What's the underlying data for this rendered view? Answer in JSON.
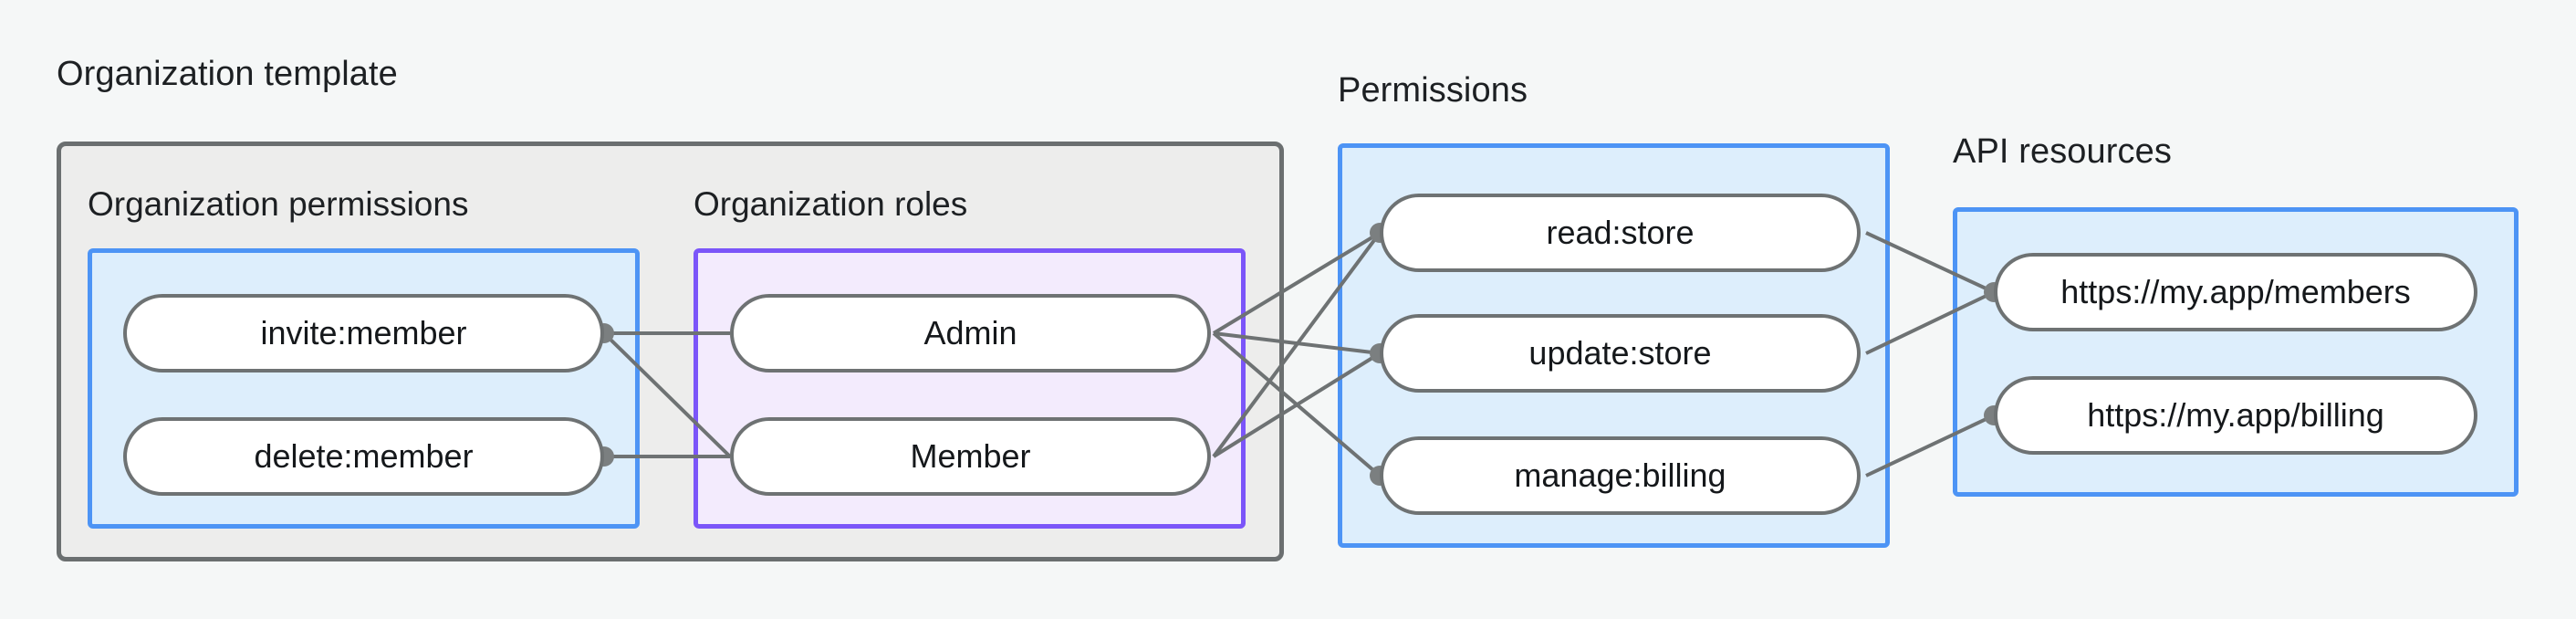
{
  "diagram": {
    "title_visible": false,
    "groups": {
      "org_template": {
        "label": "Organization template",
        "subgroups": [
          {
            "id": "org_permissions",
            "label": "Organization permissions",
            "accent": "#4d94f5",
            "nodes": [
              "invite:member",
              "delete:member"
            ]
          },
          {
            "id": "org_roles",
            "label": "Organization roles",
            "accent": "#7b55f9",
            "nodes": [
              "Admin",
              "Member"
            ]
          }
        ]
      },
      "permissions": {
        "label": "Permissions",
        "accent": "#4d94f5",
        "nodes": [
          "read:store",
          "update:store",
          "manage:billing"
        ]
      },
      "api_resources": {
        "label": "API resources",
        "accent": "#4d94f5",
        "nodes": [
          "https://my.app/members",
          "https://my.app/billing"
        ]
      }
    },
    "nodes": {
      "invite_member": "invite:member",
      "delete_member": "delete:member",
      "admin": "Admin",
      "member": "Member",
      "read_store": "read:store",
      "update_store": "update:store",
      "manage_billing": "manage:billing",
      "api_members": "https://my.app/members",
      "api_billing": "https://my.app/billing"
    },
    "edges": [
      {
        "from": "invite:member",
        "to": "Admin"
      },
      {
        "from": "invite:member",
        "to": "Member"
      },
      {
        "from": "delete:member",
        "to": "Member"
      },
      {
        "from": "Admin",
        "to": "read:store"
      },
      {
        "from": "Admin",
        "to": "update:store"
      },
      {
        "from": "Admin",
        "to": "manage:billing"
      },
      {
        "from": "Member",
        "to": "read:store"
      },
      {
        "from": "Member",
        "to": "update:store"
      },
      {
        "from": "read:store",
        "to": "https://my.app/members"
      },
      {
        "from": "update:store",
        "to": "https://my.app/members"
      },
      {
        "from": "manage:billing",
        "to": "https://my.app/billing"
      }
    ],
    "colors": {
      "background": "#f5f7f7",
      "group_border": "#6b6f70",
      "group_fill": "#ededec",
      "blue_border": "#4d94f5",
      "blue_fill": "#ddeefc",
      "purple_border": "#7b55f9",
      "purple_fill": "#f3ebfd",
      "node_border": "#6e7273",
      "node_fill": "#ffffff",
      "edge": "#6e7273",
      "text": "#15181b"
    }
  }
}
